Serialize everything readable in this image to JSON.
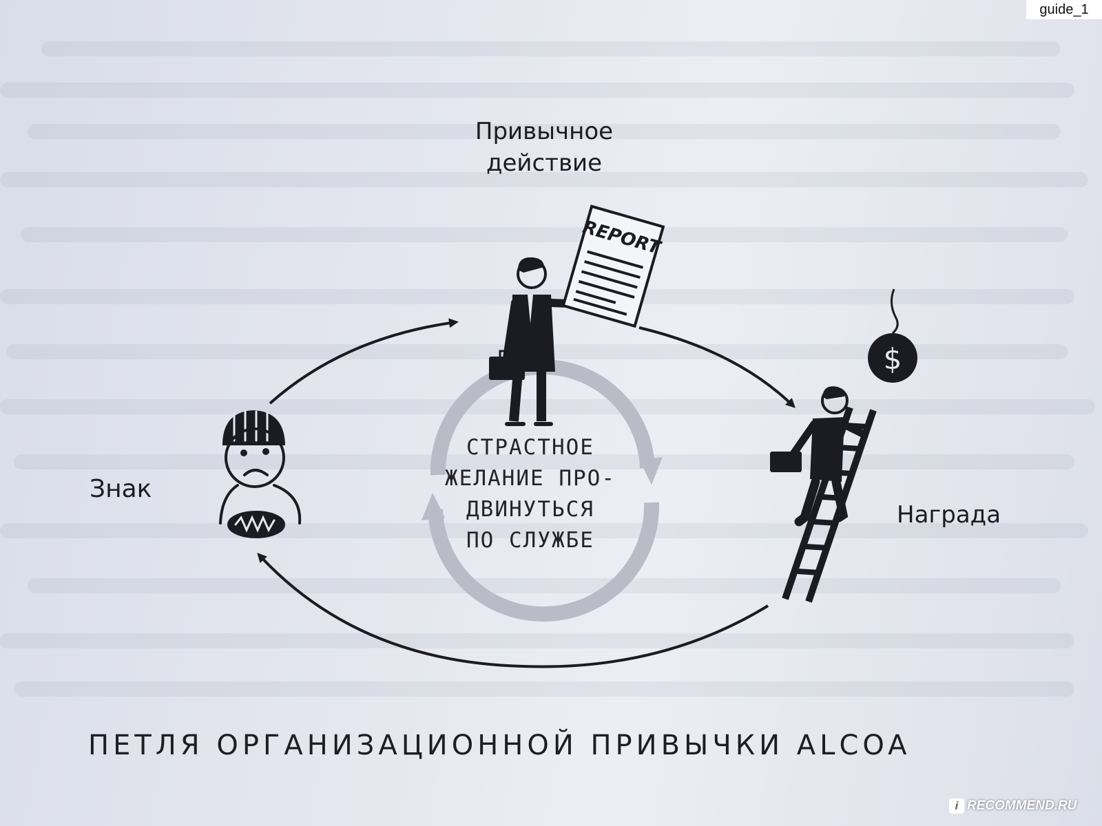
{
  "diagram": {
    "nodes": {
      "habit": {
        "label_line1": "Привычное",
        "label_line2": "действие"
      },
      "cue": {
        "label": "Знак"
      },
      "reward": {
        "label": "Награда"
      },
      "craving": {
        "line1": "СТРАСТНОЕ",
        "line2": "ЖЕЛАНИЕ ПРО-",
        "line3": "ДВИНУТЬСЯ",
        "line4": "ПО СЛУЖБЕ"
      }
    },
    "edges": [
      {
        "from": "cue",
        "to": "habit"
      },
      {
        "from": "habit",
        "to": "reward"
      },
      {
        "from": "reward",
        "to": "cue"
      }
    ],
    "icons": {
      "cue": "injured-worker-icon",
      "habit": "businessman-report-icon",
      "reward": "businessman-ladder-icon",
      "reward_bait": "dollar-bait-icon",
      "report_text": "REPORT",
      "dollar_sign": "$"
    },
    "caption": "ПЕТЛЯ ОРГАНИЗАЦИОННОЙ ПРИВЫЧКИ ALCOA"
  },
  "overlay": {
    "tag": "guide_1",
    "watermark": "RECOMMEND.RU",
    "watermark_badge": "i"
  },
  "colors": {
    "ink": "#1b1c21",
    "ring": "#b9bcc6",
    "paper": "#e5e8f0"
  }
}
